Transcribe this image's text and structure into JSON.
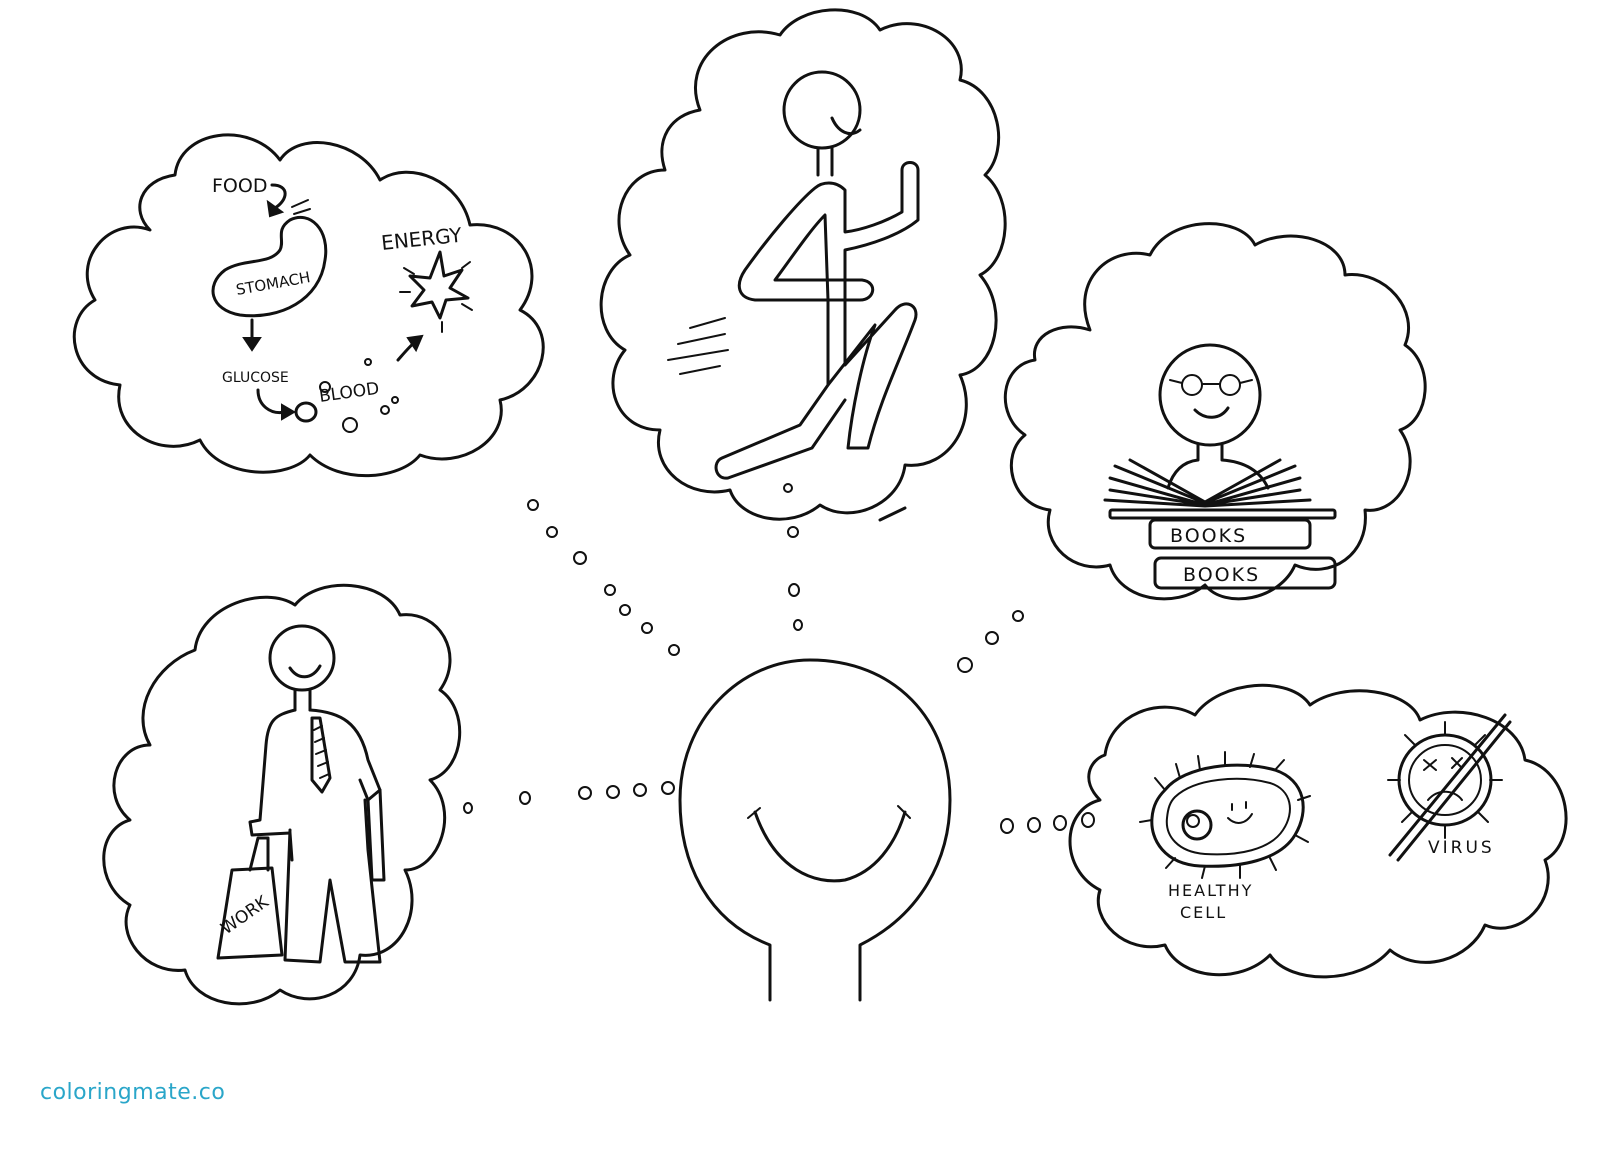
{
  "watermark": {
    "text": "coloringmate.co",
    "color": "#2aa6c9"
  },
  "bubbles": {
    "digestion": {
      "food_label": "FOOD",
      "stomach_label": "STOMACH",
      "glucose_label": "GLUCOSE",
      "blood_label": "BLOOD",
      "energy_label": "ENERGY"
    },
    "running": {},
    "reading": {
      "book1_label": "BOOKS",
      "book2_label": "BOOKS"
    },
    "work": {
      "bag_label": "WORK"
    },
    "immunity": {
      "cell_label_line1": "HEALTHY",
      "cell_label_line2": "CELL",
      "virus_label": "VIRUS"
    }
  },
  "ink_color": "#111111"
}
